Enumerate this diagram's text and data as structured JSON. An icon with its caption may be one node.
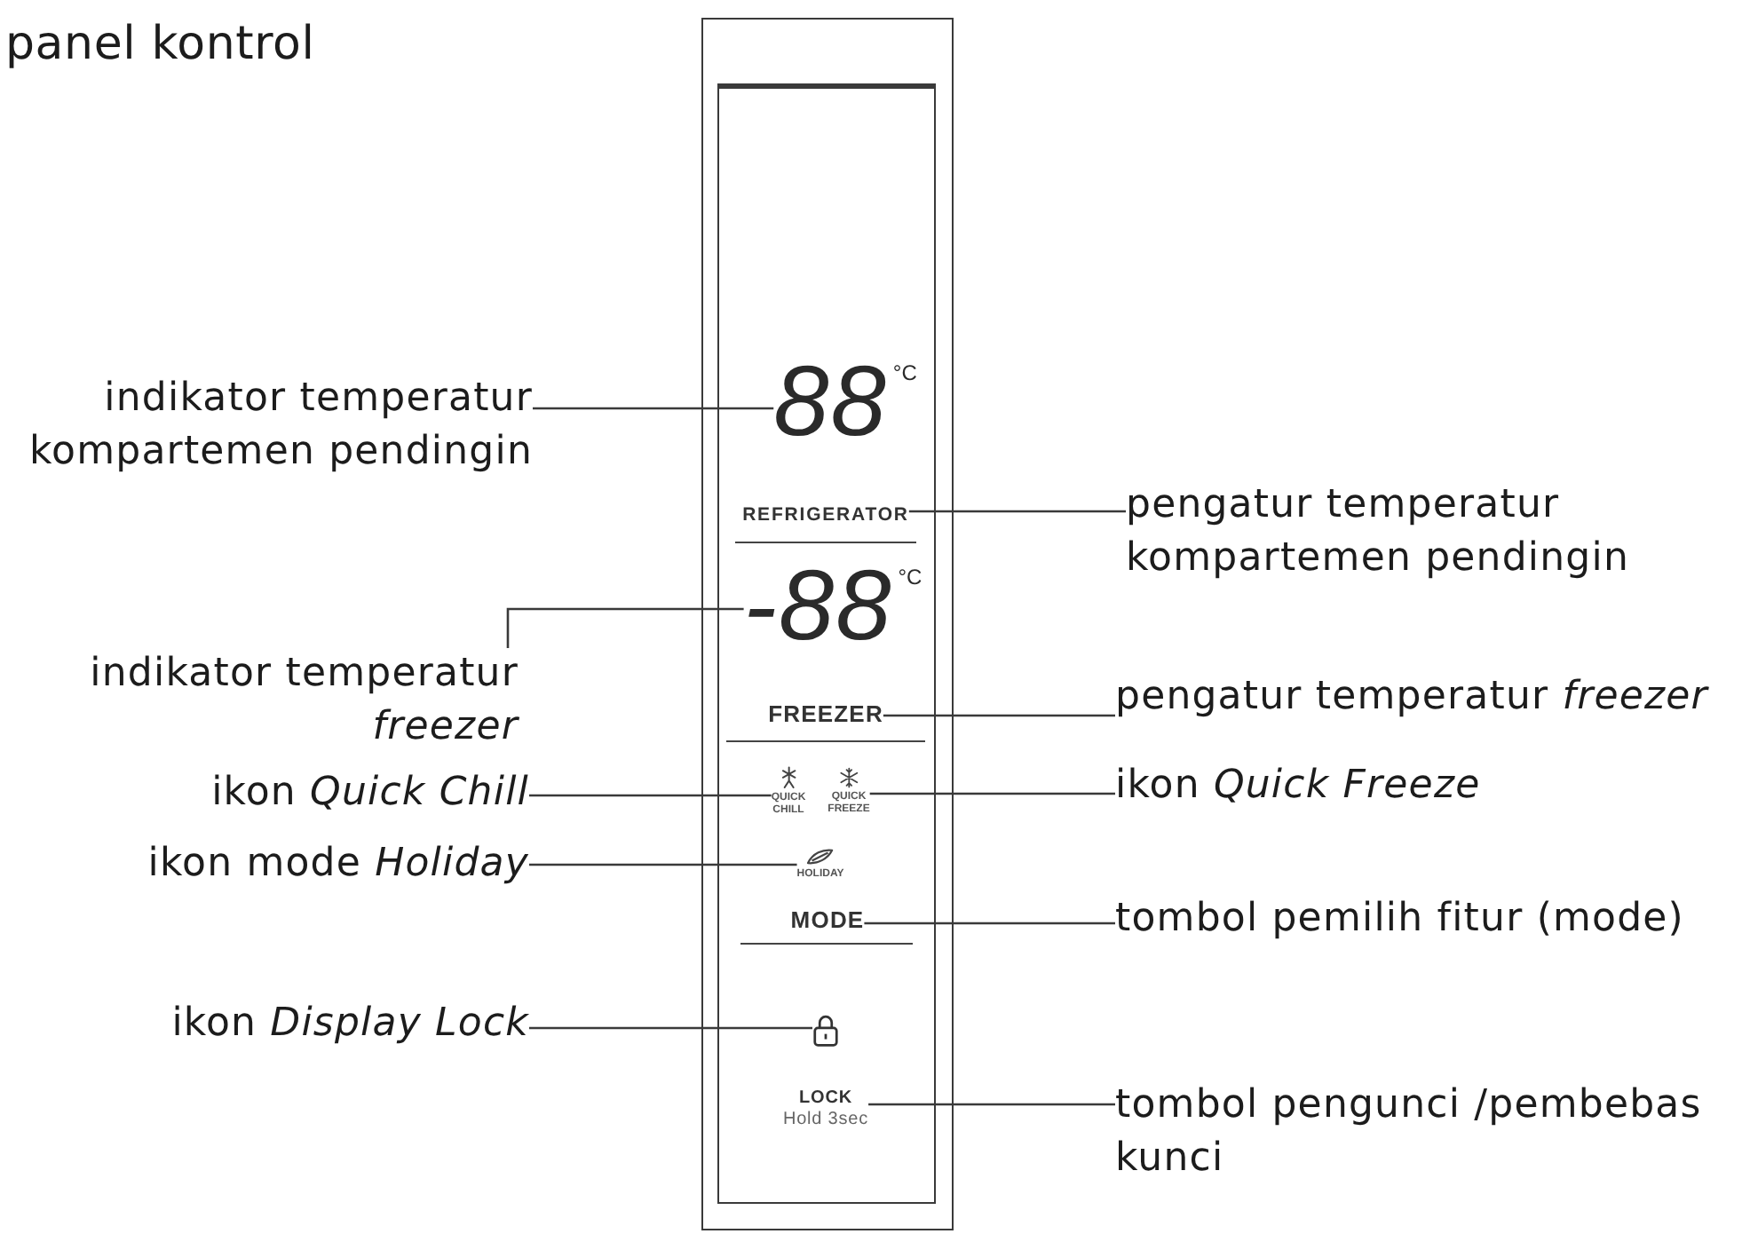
{
  "diagram": {
    "title": "panel kontrol",
    "nodes": [
      {
        "text": [],
        "shape": "box"
      },
      {
        "text": [],
        "shape": "box",
        "in": 0
      },
      {
        "text": [
          "88",
          "°C"
        ],
        "in": 1
      },
      {
        "text": [
          "REFRIGERATOR"
        ],
        "in": 1
      },
      {
        "text": [
          "-88",
          "°C"
        ],
        "in": 1
      },
      {
        "text": [
          "FREEZER"
        ],
        "in": 1
      },
      {
        "text": [
          "QUICK CHILL"
        ],
        "in": 1
      },
      {
        "text": [
          "QUICK FREEZE"
        ],
        "in": 1
      },
      {
        "text": [
          "HOLIDAY"
        ],
        "in": 1
      },
      {
        "text": [
          "MODE"
        ],
        "in": 1
      },
      {
        "text": [],
        "shape": "picture",
        "in": 1
      },
      {
        "text": [
          "LOCK",
          "Hold 3sec"
        ],
        "in": 1
      },
      {
        "text": [
          "indikator temperatur kompartemen pendingin"
        ]
      },
      {
        "text": [
          "indikator temperatur *freezer*"
        ]
      },
      {
        "text": [
          "ikon *Quick Chill*"
        ]
      },
      {
        "text": [
          "ikon mode *Holiday*"
        ]
      },
      {
        "text": [
          "ikon *Display Lock*"
        ]
      },
      {
        "text": [
          "pengatur temperatur kompartemen pendingin"
        ]
      },
      {
        "text": [
          "pengatur temperatur *freezer*"
        ]
      },
      {
        "text": [
          "ikon *Quick Freeze*"
        ]
      },
      {
        "text": [
          "tombol pemilih fitur (mode)"
        ]
      },
      {
        "text": [
          "tombol pengunci /pembebas kunci"
        ]
      }
    ],
    "edges": [
      {
        "from": 12,
        "to": 2,
        "arrow": "none"
      },
      {
        "from": 17,
        "to": 3,
        "arrow": "none"
      },
      {
        "from": 13,
        "to": 4,
        "arrow": "none"
      },
      {
        "from": 18,
        "to": 5,
        "arrow": "none"
      },
      {
        "from": 14,
        "to": 6,
        "arrow": "none"
      },
      {
        "from": 19,
        "to": 7,
        "arrow": "none"
      },
      {
        "from": 15,
        "to": 8,
        "arrow": "none"
      },
      {
        "from": 20,
        "to": 9,
        "arrow": "none"
      },
      {
        "from": 16,
        "to": 10,
        "arrow": "none"
      },
      {
        "from": 21,
        "to": 11,
        "arrow": "none"
      }
    ]
  }
}
